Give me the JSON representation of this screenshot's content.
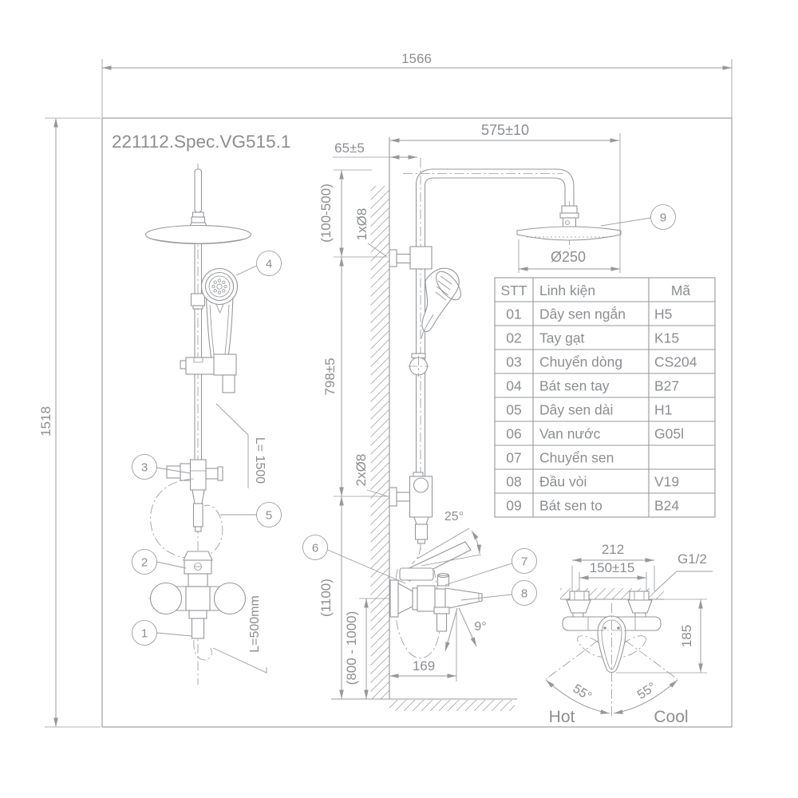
{
  "title": "221112.Spec.VG515.1",
  "sheet": {
    "width_label": "1566",
    "height_label": "1518"
  },
  "dims": {
    "arm_reach": "575±10",
    "wall_offset": "65±5",
    "head_dia": "Ø250",
    "top_range": "(100-500)",
    "hole_top": "1xØ8",
    "riser": "798±5",
    "hole_bottom": "2xØ8",
    "total": "(1100)",
    "mixer_height": "(800 - 1000)",
    "spout_reach": "169",
    "lever_angle": "25°",
    "spout_angle": "9°",
    "hose_long": "L= 1500",
    "hose_short": "L=500mm"
  },
  "detail": {
    "body_width": "212",
    "inlet_centers": "150±15",
    "thread": "G1/2",
    "depth": "185",
    "left_angle": "55°",
    "right_angle": "55°",
    "left_label": "Hot",
    "right_label": "Cool"
  },
  "callouts": {
    "c1": "1",
    "c2": "2",
    "c3": "3",
    "c4": "4",
    "c5": "5",
    "c6": "6",
    "c7": "7",
    "c8": "8",
    "c9": "9"
  },
  "table": {
    "headers": [
      "STT",
      "Linh kiện",
      "Mã"
    ],
    "rows": [
      [
        "01",
        "Dây sen ngắn",
        "H5"
      ],
      [
        "02",
        "Tay gạt",
        "K15"
      ],
      [
        "03",
        "Chuyển dòng",
        "CS204"
      ],
      [
        "04",
        "Bát sen tay",
        "B27"
      ],
      [
        "05",
        "Dây sen dài",
        "H1"
      ],
      [
        "06",
        "Van nước",
        "G05l"
      ],
      [
        "07",
        "Chuyển sen",
        ""
      ],
      [
        "08",
        "Đầu vòi",
        "V19"
      ],
      [
        "09",
        "Bát sen to",
        "B24"
      ]
    ]
  },
  "colors": {
    "line": "#96989b",
    "text": "#8c8e91",
    "background": "#ffffff"
  }
}
